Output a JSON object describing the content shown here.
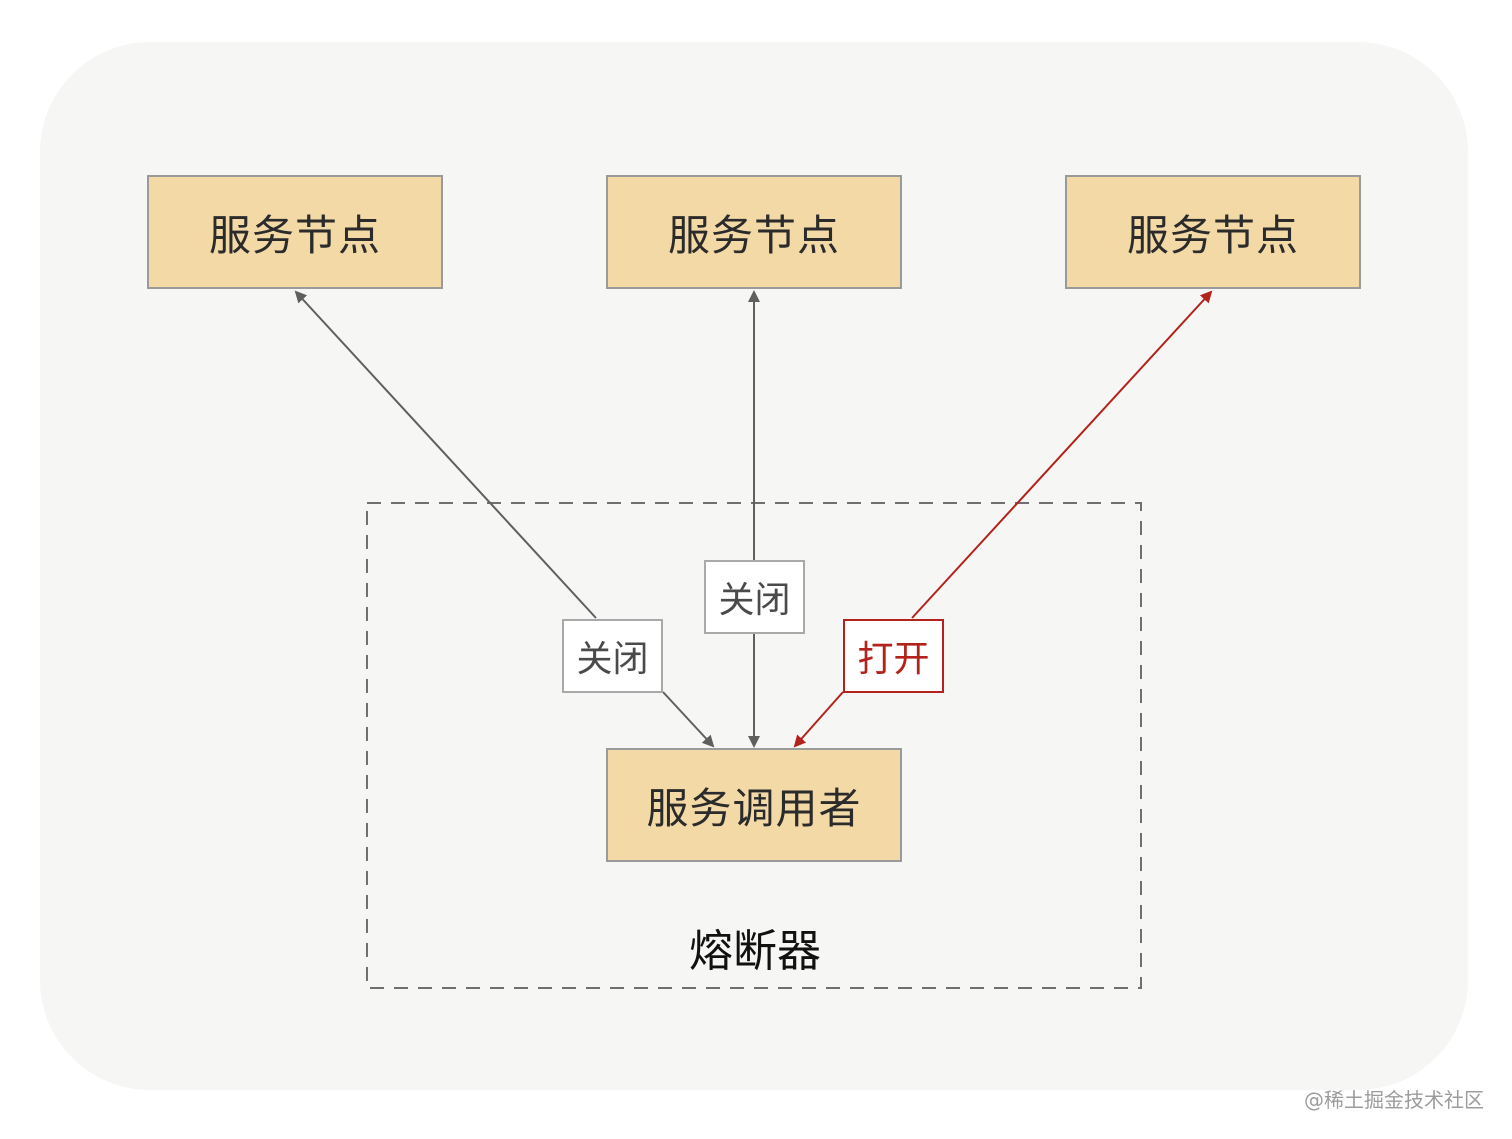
{
  "nodes": {
    "service_node_left": "服务节点",
    "service_node_center": "服务节点",
    "service_node_right": "服务节点",
    "service_caller": "服务调用者"
  },
  "edges": {
    "left_state": "关闭",
    "center_state": "关闭",
    "right_state": "打开"
  },
  "breaker": {
    "label": "熔断器"
  },
  "watermark": "@稀土掘金技术社区",
  "colors": {
    "node_fill": "#f3d9a6",
    "closed_edge": "#5f5f5f",
    "open_edge": "#b3221b",
    "background": "#f6f6f4"
  }
}
